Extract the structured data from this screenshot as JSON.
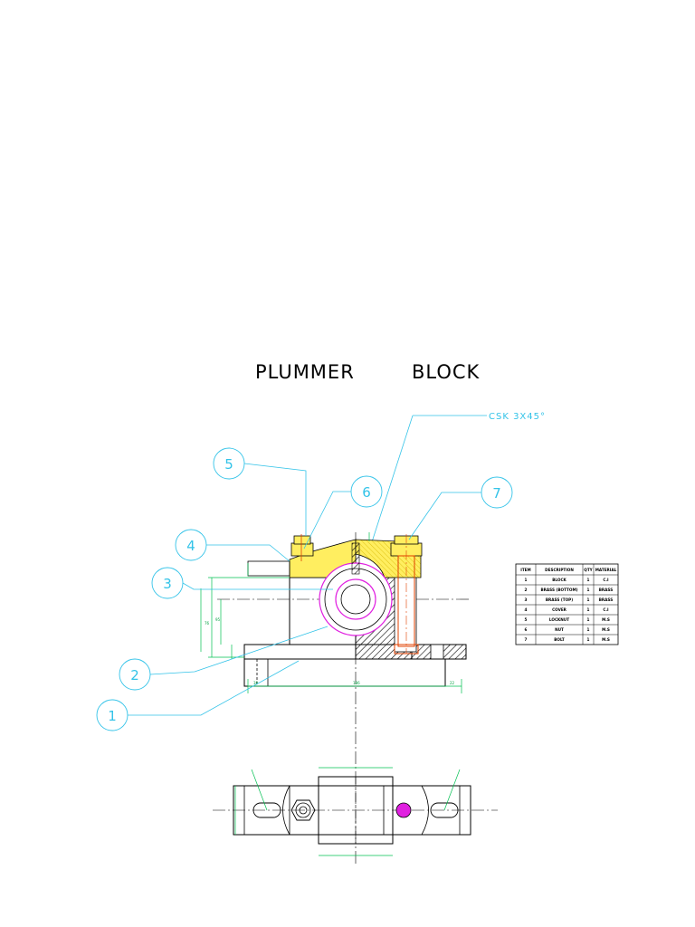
{
  "title": {
    "word1": "PLUMMER",
    "word2": "BLOCK"
  },
  "note": "CSK 3X45°",
  "callouts": [
    "1",
    "2",
    "3",
    "4",
    "5",
    "6",
    "7"
  ],
  "parts_list": {
    "headers": [
      "ITEM",
      "DESCRIPTION",
      "QTY",
      "MATERIAL"
    ],
    "rows": [
      [
        "1",
        "BLOCK",
        "1",
        "C.I"
      ],
      [
        "2",
        "BRASS (BOTTOM)",
        "1",
        "BRASS"
      ],
      [
        "3",
        "BRASS (TOP)",
        "1",
        "BRASS"
      ],
      [
        "4",
        "COVER",
        "1",
        "C.I"
      ],
      [
        "5",
        "LOCKNUT",
        "1",
        "M.S"
      ],
      [
        "6",
        "NUT",
        "1",
        "M.S"
      ],
      [
        "7",
        "BOLT",
        "1",
        "M.S"
      ]
    ]
  },
  "colors": {
    "outline": "#000000",
    "leader": "#33c3e8",
    "dimension": "#00c050",
    "brass_fill": "#ffee60",
    "bearing": "#e020e0",
    "bolt": "#e04000"
  }
}
